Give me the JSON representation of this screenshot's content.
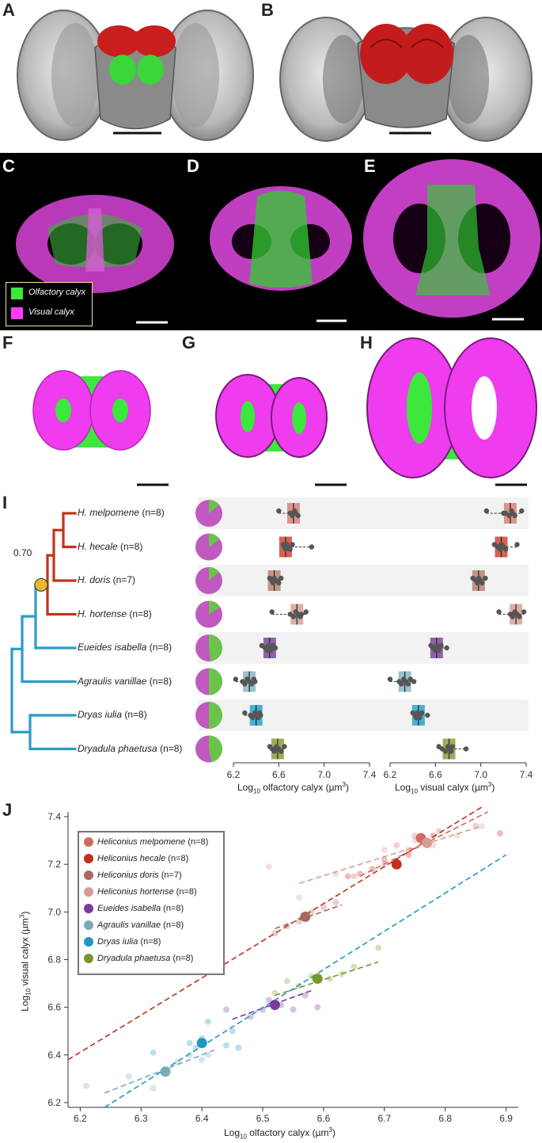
{
  "panel_letters": {
    "A": "A",
    "B": "B",
    "C": "C",
    "D": "D",
    "E": "E",
    "F": "F",
    "G": "G",
    "H": "H",
    "I": "I",
    "J": "J"
  },
  "legend_c": {
    "olfactory": "Olfactory calyx",
    "visual": "Visual calyx"
  },
  "colors": {
    "olfactory_green": "#3de83d",
    "visual_magenta": "#ff3cff",
    "red_lobe": "#c81e1e",
    "pie_purple": "#c05ac0",
    "pie_green": "#6bc34a",
    "tree_red": "#c0331e",
    "tree_blue": "#2b9dc4",
    "node": "#e8b930"
  },
  "tree": {
    "node_label": "0.70"
  },
  "species": [
    {
      "name": "H. melpomene",
      "n": "(n=8)",
      "color": "#d97a6c",
      "olf": 6.73,
      "vis": 7.26,
      "olf_pts": [
        6.6,
        6.7,
        6.72,
        6.74,
        6.75,
        6.77,
        6.74,
        6.71
      ],
      "vis_pts": [
        7.05,
        7.2,
        7.25,
        7.27,
        7.28,
        7.3,
        7.36,
        7.22
      ],
      "pie": 0.86
    },
    {
      "name": "H. hecale",
      "n": "(n=8)",
      "color": "#cc3a2a",
      "olf": 6.66,
      "vis": 7.18,
      "olf_pts": [
        6.64,
        6.65,
        6.66,
        6.67,
        6.68,
        6.7,
        6.72,
        6.89
      ],
      "vis_pts": [
        7.12,
        7.15,
        7.17,
        7.18,
        7.2,
        7.22,
        7.32,
        7.16
      ],
      "pie": 0.85
    },
    {
      "name": "H. doris",
      "n": "(n=7)",
      "color": "#b77a6c",
      "olf": 6.56,
      "vis": 6.98,
      "olf_pts": [
        6.52,
        6.54,
        6.55,
        6.56,
        6.58,
        6.6,
        6.62
      ],
      "vis_pts": [
        6.93,
        6.96,
        6.97,
        6.98,
        7.0,
        7.01,
        7.04
      ],
      "pie": 0.86
    },
    {
      "name": "H. hortense",
      "n": "(n=8)",
      "color": "#d39a92",
      "olf": 6.76,
      "vis": 7.31,
      "olf_pts": [
        6.54,
        6.7,
        6.73,
        6.75,
        6.77,
        6.79,
        6.84,
        6.8
      ],
      "vis_pts": [
        7.16,
        7.26,
        7.28,
        7.3,
        7.32,
        7.34,
        7.38,
        7.29
      ],
      "pie": 0.84
    },
    {
      "name": "Eueides isabella",
      "n": "(n=8)",
      "color": "#7a3c9a",
      "olf": 6.52,
      "vis": 6.61,
      "olf_pts": [
        6.45,
        6.48,
        6.5,
        6.51,
        6.52,
        6.53,
        6.55,
        6.57
      ],
      "vis_pts": [
        6.56,
        6.58,
        6.6,
        6.61,
        6.62,
        6.63,
        6.65,
        6.7
      ],
      "pie": 0.52
    },
    {
      "name": "Agraulis vanillae",
      "n": "(n=8)",
      "color": "#7fb4c6",
      "olf": 6.34,
      "vis": 6.33,
      "olf_pts": [
        6.22,
        6.28,
        6.3,
        6.32,
        6.34,
        6.36,
        6.38,
        6.39
      ],
      "vis_pts": [
        6.2,
        6.28,
        6.3,
        6.32,
        6.34,
        6.36,
        6.38,
        6.41
      ],
      "pie": 0.5
    },
    {
      "name": "Dryas iulia",
      "n": "(n=8)",
      "color": "#1f9dc9",
      "olf": 6.4,
      "vis": 6.45,
      "olf_pts": [
        6.3,
        6.35,
        6.37,
        6.39,
        6.4,
        6.42,
        6.43,
        6.44
      ],
      "vis_pts": [
        6.4,
        6.42,
        6.43,
        6.44,
        6.45,
        6.46,
        6.48,
        6.53
      ],
      "pie": 0.5
    },
    {
      "name": "Dryadula phaetusa",
      "n": "(n=8)",
      "color": "#7f9a2a",
      "olf": 6.59,
      "vis": 6.72,
      "olf_pts": [
        6.52,
        6.54,
        6.56,
        6.58,
        6.6,
        6.62,
        6.65,
        6.57
      ],
      "vis_pts": [
        6.63,
        6.66,
        6.69,
        6.71,
        6.73,
        6.74,
        6.75,
        6.87
      ],
      "pie": 0.53
    }
  ],
  "chart_data": [
    {
      "type": "scatter",
      "panel": "I",
      "xlabel_left": "Log",
      "xlabel_left_sub": "10",
      "xlabel_left_rest": " olfactory calyx (µm",
      "xlabel_right_rest": " visual calyx (µm",
      "xlabel_sup": "3",
      "xlabel_close": ")",
      "x_ticks": [
        "6.2",
        "6.6",
        "7.0",
        "7.4"
      ],
      "xlim": [
        6.2,
        7.4
      ]
    },
    {
      "type": "scatter",
      "panel": "J",
      "title": "",
      "xlabel": "Log",
      "xlabel_sub": "10",
      "xlabel_rest": " olfactory calyx (µm",
      "ylabel": "Log",
      "ylabel_sub": "10",
      "ylabel_rest": " visual calyx (µm",
      "label_sup": "3",
      "label_close": ")",
      "xlim": [
        6.18,
        6.92
      ],
      "ylim": [
        6.18,
        7.42
      ],
      "x_ticks": [
        "6.2",
        "6.3",
        "6.4",
        "6.5",
        "6.6",
        "6.7",
        "6.8",
        "6.9"
      ],
      "y_ticks": [
        "6.2",
        "6.4",
        "6.6",
        "6.8",
        "7.0",
        "7.2",
        "7.4"
      ],
      "legend_placement": "top-left",
      "series": [
        {
          "name": "Heliconius melpomene",
          "n": "(n=8)",
          "color": "#cf6b60",
          "mean": [
            6.76,
            7.31
          ],
          "fit": [
            [
              6.66,
              7.15
            ],
            [
              6.87,
              7.42
            ]
          ],
          "points": [
            [
              6.65,
              7.15
            ],
            [
              6.7,
              7.2
            ],
            [
              6.72,
              7.28
            ],
            [
              6.75,
              7.32
            ],
            [
              6.77,
              7.3
            ],
            [
              6.79,
              7.34
            ],
            [
              6.85,
              7.36
            ],
            [
              6.74,
              7.26
            ]
          ]
        },
        {
          "name": "Heliconius hecale",
          "n": "(n=8)",
          "color": "#c0301e",
          "mean": [
            6.72,
            7.2
          ],
          "fit": [
            [
              6.18,
              6.38
            ],
            [
              6.86,
              7.44
            ]
          ],
          "points": [
            [
              6.64,
              7.15
            ],
            [
              6.66,
              7.16
            ],
            [
              6.68,
              7.18
            ],
            [
              6.7,
              7.22
            ],
            [
              6.72,
              7.2
            ],
            [
              6.74,
              7.24
            ],
            [
              6.78,
              7.32
            ],
            [
              6.89,
              7.33
            ]
          ]
        },
        {
          "name": "Heliconius doris",
          "n": "(n=7)",
          "color": "#a86a60",
          "mean": [
            6.57,
            6.98
          ],
          "fit": [
            [
              6.52,
              6.93
            ],
            [
              6.63,
              7.03
            ]
          ],
          "points": [
            [
              6.52,
              6.91
            ],
            [
              6.54,
              6.94
            ],
            [
              6.56,
              6.96
            ],
            [
              6.57,
              6.99
            ],
            [
              6.58,
              7.0
            ],
            [
              6.6,
              7.02
            ],
            [
              6.62,
              7.04
            ]
          ]
        },
        {
          "name": "Heliconius hortense",
          "n": "(n=8)",
          "color": "#d59c95",
          "mean": [
            6.77,
            7.29
          ],
          "fit": [
            [
              6.56,
              7.12
            ],
            [
              6.86,
              7.36
            ]
          ],
          "points": [
            [
              6.51,
              7.19
            ],
            [
              6.56,
              7.06
            ],
            [
              6.62,
              7.16
            ],
            [
              6.7,
              7.26
            ],
            [
              6.75,
              7.3
            ],
            [
              6.78,
              7.28
            ],
            [
              6.82,
              7.32
            ],
            [
              6.86,
              7.36
            ]
          ]
        },
        {
          "name": "Eueides isabella",
          "n": "(n=8)",
          "color": "#7a3c9a",
          "mean": [
            6.52,
            6.61
          ],
          "fit": [
            [
              6.45,
              6.55
            ],
            [
              6.58,
              6.67
            ]
          ],
          "points": [
            [
              6.44,
              6.59
            ],
            [
              6.48,
              6.56
            ],
            [
              6.5,
              6.59
            ],
            [
              6.51,
              6.63
            ],
            [
              6.53,
              6.61
            ],
            [
              6.55,
              6.59
            ],
            [
              6.57,
              6.65
            ],
            [
              6.59,
              6.6
            ]
          ]
        },
        {
          "name": "Agraulis vanillae",
          "n": "(n=8)",
          "color": "#7aaab8",
          "mean": [
            6.34,
            6.33
          ],
          "fit": [
            [
              6.24,
              6.24
            ],
            [
              6.42,
              6.42
            ]
          ],
          "points": [
            [
              6.21,
              6.27
            ],
            [
              6.28,
              6.31
            ],
            [
              6.32,
              6.26
            ],
            [
              6.34,
              6.33
            ],
            [
              6.36,
              6.37
            ],
            [
              6.38,
              6.4
            ],
            [
              6.4,
              6.38
            ],
            [
              6.41,
              6.4
            ]
          ]
        },
        {
          "name": "Dryas iulia",
          "n": "(n=8)",
          "color": "#1f98c2",
          "mean": [
            6.4,
            6.45
          ],
          "fit": [
            [
              6.24,
              6.18
            ],
            [
              6.9,
              7.24
            ]
          ],
          "points": [
            [
              6.32,
              6.41
            ],
            [
              6.38,
              6.45
            ],
            [
              6.39,
              6.43
            ],
            [
              6.4,
              6.47
            ],
            [
              6.41,
              6.54
            ],
            [
              6.44,
              6.44
            ],
            [
              6.46,
              6.43
            ],
            [
              6.45,
              6.5
            ]
          ]
        },
        {
          "name": "Dryadula phaetusa",
          "n": "(n=8)",
          "color": "#7a962a",
          "mean": [
            6.59,
            6.72
          ],
          "fit": [
            [
              6.52,
              6.65
            ],
            [
              6.69,
              6.79
            ]
          ],
          "points": [
            [
              6.52,
              6.66
            ],
            [
              6.54,
              6.71
            ],
            [
              6.56,
              6.69
            ],
            [
              6.58,
              6.73
            ],
            [
              6.61,
              6.72
            ],
            [
              6.63,
              6.74
            ],
            [
              6.65,
              6.77
            ],
            [
              6.69,
              6.85
            ]
          ]
        }
      ]
    }
  ]
}
